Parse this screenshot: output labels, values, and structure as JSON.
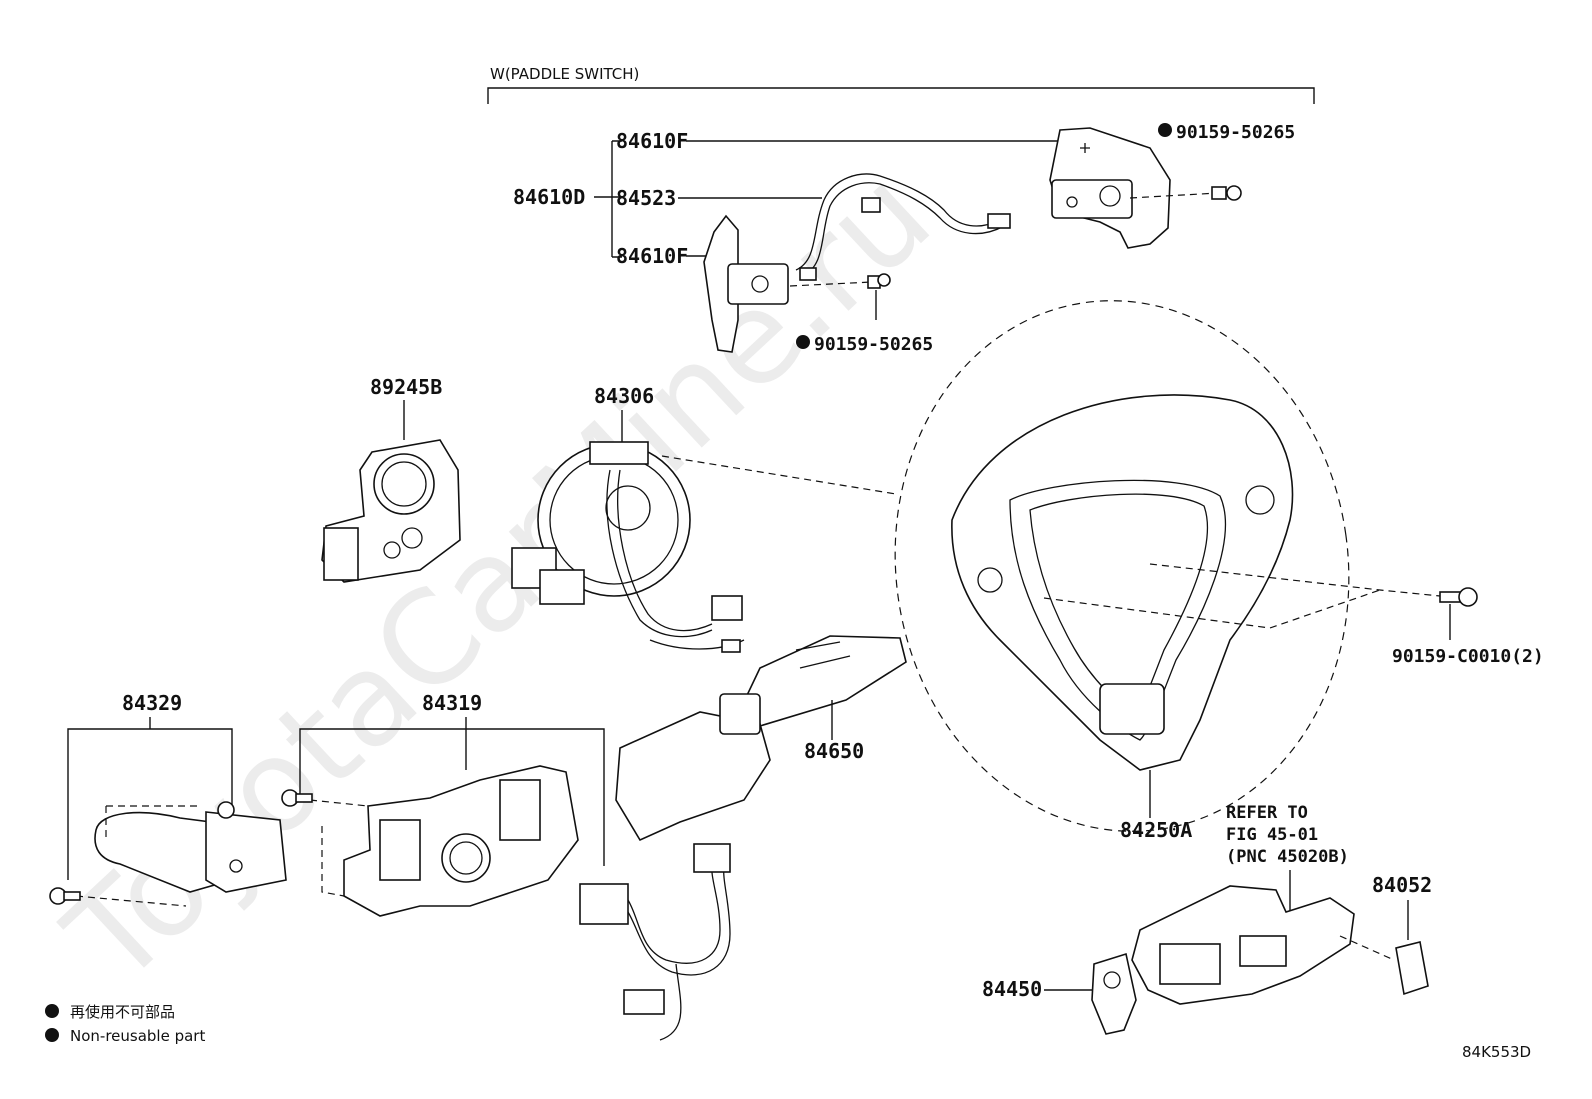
{
  "diagram": {
    "group_label": "W(PADDLE SWITCH)",
    "parts": {
      "p84610F_top": "84610F",
      "p84610D": "84610D",
      "p84523": "84523",
      "p84610F_bottom": "84610F",
      "p90159_50265_right": "90159-50265",
      "p90159_50265_left": "90159-50265",
      "p89245B": "89245B",
      "p84306": "84306",
      "p90159_C0010": "90159-C0010(2)",
      "p84329": "84329",
      "p84319": "84319",
      "p84650": "84650",
      "p84250A": "84250A",
      "p84052": "84052",
      "p84450": "84450"
    },
    "refer": {
      "line1": "REFER TO",
      "line2": "FIG 45-01",
      "line3": "(PNC 45020B)"
    },
    "legend": {
      "jp": "再使用不可部品",
      "en": "Non-reusable part"
    },
    "diagram_code": "84K553D",
    "watermark": "ToyotaCarMine.ru"
  }
}
